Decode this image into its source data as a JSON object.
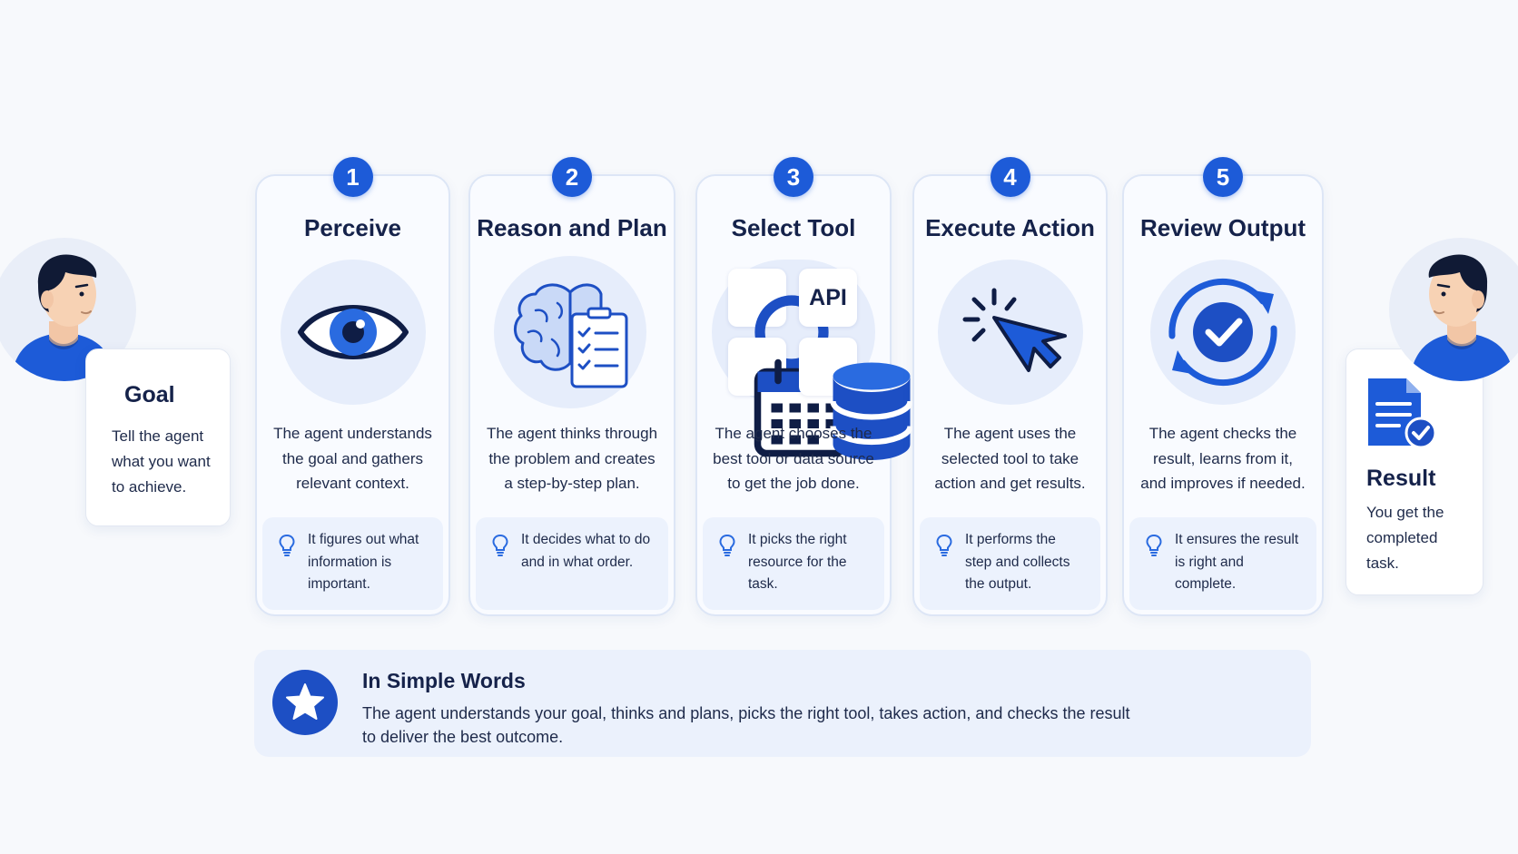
{
  "goal": {
    "title": "Goal",
    "lines": [
      "Tell the agent",
      "what you want",
      "to achieve."
    ]
  },
  "result": {
    "title": "Result",
    "lines": [
      "You get the",
      "completed",
      "task."
    ]
  },
  "steps": [
    {
      "number": "1",
      "title": "Perceive",
      "icon": "eye-icon",
      "desc": [
        "The agent understands",
        "the goal and gathers",
        "relevant context."
      ],
      "tip": [
        "It figures out what",
        "information is",
        "important."
      ]
    },
    {
      "number": "2",
      "title": "Reason and Plan",
      "icon": "brain-checklist-icon",
      "desc": [
        "The agent thinks through",
        "the problem and creates",
        "a step-by-step plan."
      ],
      "tip": [
        "It decides what to do",
        "and in what order."
      ]
    },
    {
      "number": "3",
      "title": "Select Tool",
      "icon": "tools-grid-icon",
      "api_label": "API",
      "desc": [
        "The agent chooses the",
        "best tool or data source",
        "to get the job done."
      ],
      "tip": [
        "It picks the right",
        "resource for the",
        "task."
      ]
    },
    {
      "number": "4",
      "title": "Execute Action",
      "icon": "cursor-click-icon",
      "desc": [
        "The agent uses the",
        "selected tool to take",
        "action and get results."
      ],
      "tip": [
        "It performs the",
        "step and collects",
        "the output."
      ]
    },
    {
      "number": "5",
      "title": "Review Output",
      "icon": "refresh-check-icon",
      "desc": [
        "The agent checks the",
        "result, learns from it,",
        "and improves if needed."
      ],
      "tip": [
        "It ensures the result",
        "is right and complete."
      ]
    }
  ],
  "summary": {
    "title": "In Simple Words",
    "lines": [
      "The agent understands your goal, thinks and plans, picks the right tool, takes action, and checks the result",
      "to deliver the best outcome."
    ]
  },
  "colors": {
    "accent": "#1d5bd8",
    "dark_text": "#15224a",
    "icon_bg": "#e6edfb",
    "tip_bg": "#ecf2fd"
  }
}
